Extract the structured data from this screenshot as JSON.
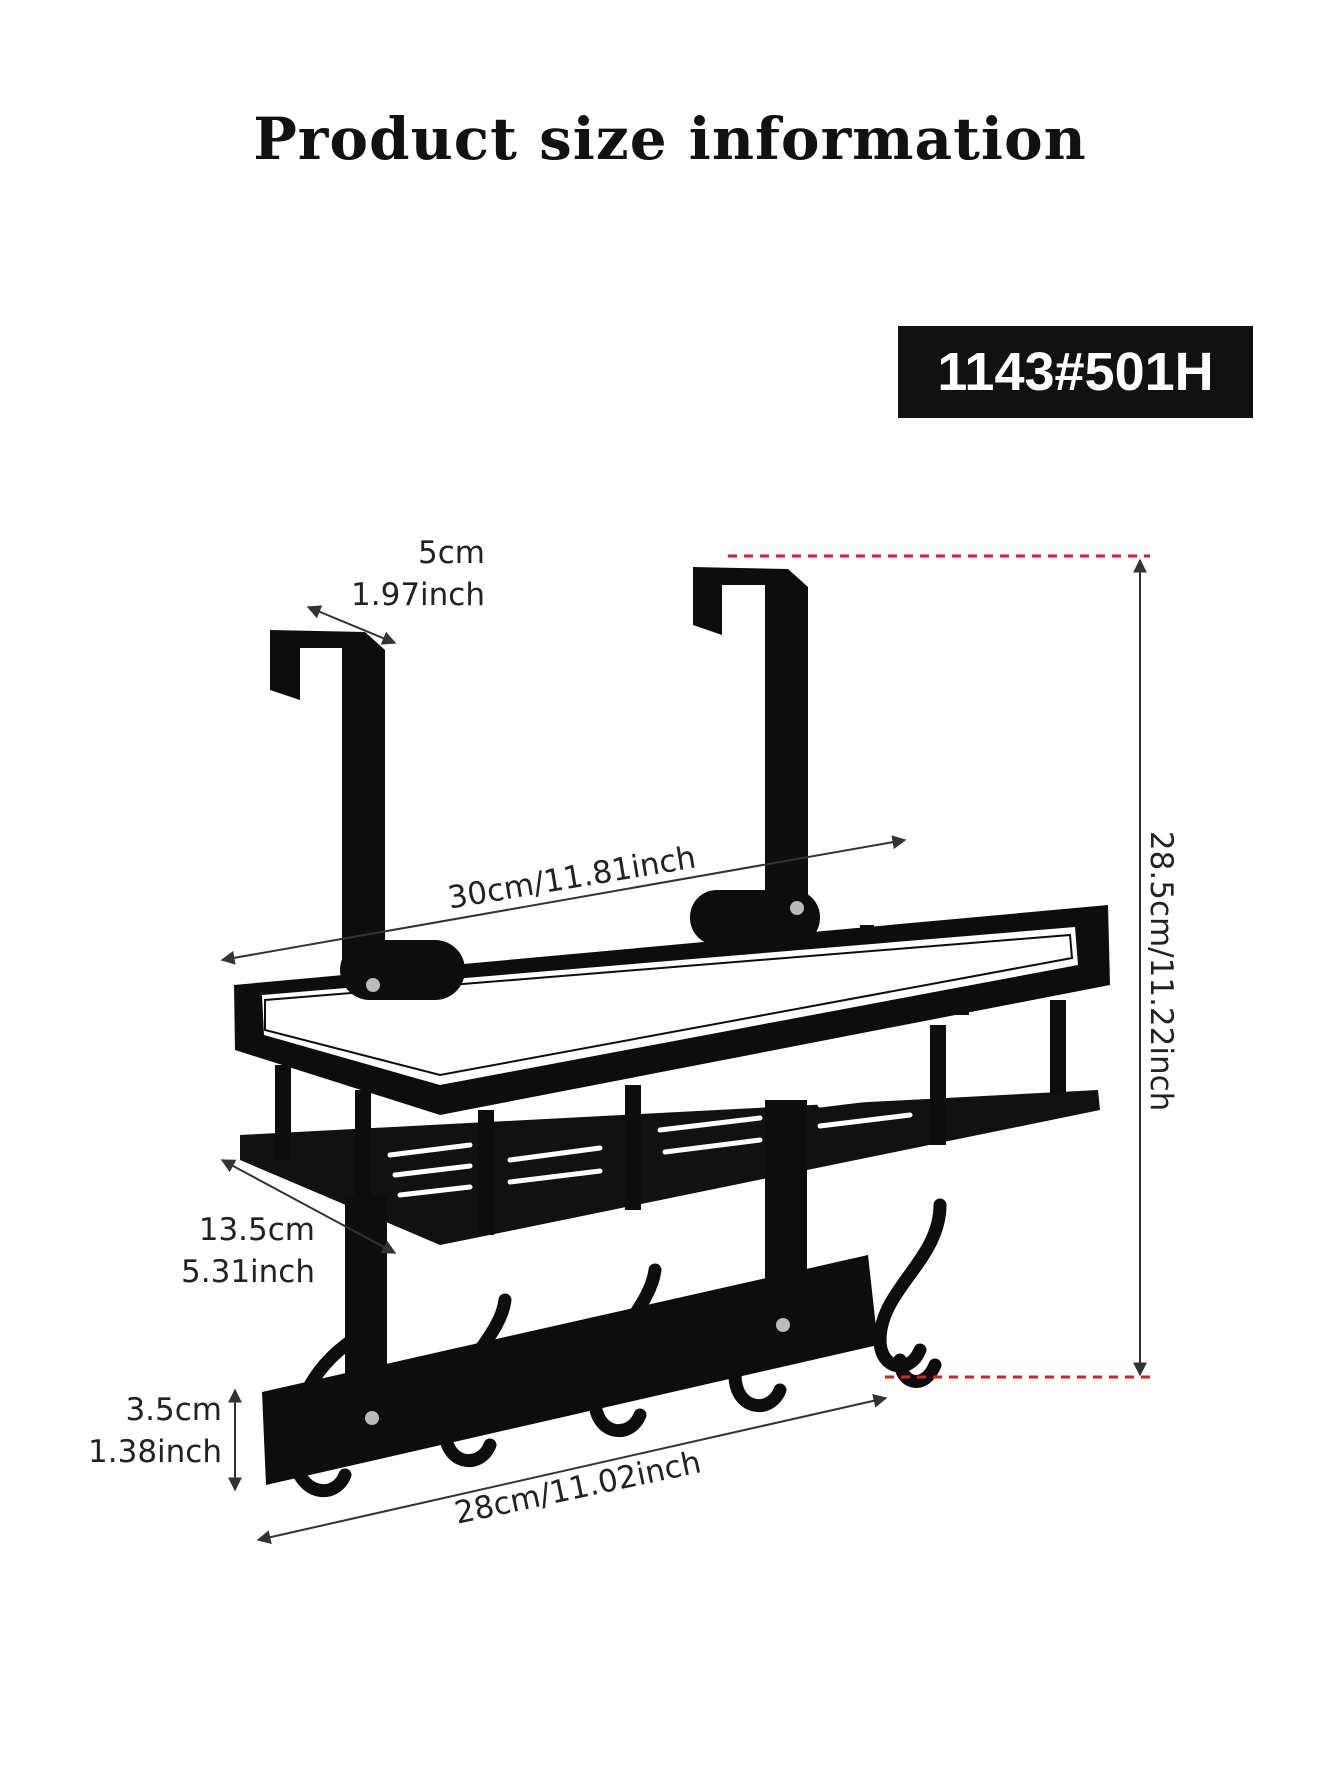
{
  "page": {
    "title": "Product size information",
    "model_code": "1143#501H"
  },
  "dimensions": {
    "hook_depth": {
      "cm": "5cm",
      "inch": "1.97inch"
    },
    "basket_width": {
      "label": "30cm/11.81inch"
    },
    "total_height": {
      "label": "28.5cm/11.22inch"
    },
    "basket_depth": {
      "cm": "13.5cm",
      "inch": "5.31inch"
    },
    "hook_bar_height": {
      "cm": "3.5cm",
      "inch": "1.38inch"
    },
    "hook_bar_width": {
      "label": "28cm/11.02inch"
    }
  },
  "colors": {
    "product": "#0d0d0d",
    "guide_line": "#d42020",
    "badge_bg": "#111111"
  },
  "icons": {
    "product": "over-door-shelf-with-hooks"
  }
}
